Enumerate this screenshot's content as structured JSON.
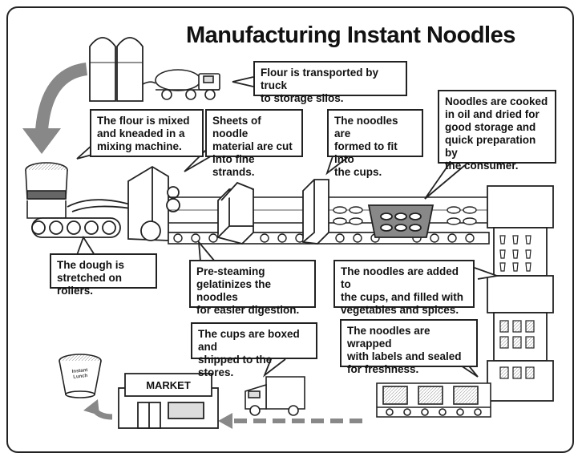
{
  "title": "Manufacturing Instant Noodles",
  "steps": {
    "truck_to_silos": "Flour is transported by truck\nto storage silos.",
    "mixing": "The flour is mixed\nand kneaded in a\nmixing machine.",
    "cutting": "Sheets of noodle\nmaterial are cut\ninto fine strands.",
    "forming": "The noodles are\nformed to fit into\nthe cups.",
    "cooking": "Noodles are cooked\nin oil and dried for\ngood storage and\nquick preparation by\nthe consumer.",
    "rollers": "The dough is\nstretched on rollers.",
    "steaming": "Pre-steaming\ngelatinizes the noodles\nfor easier digestion.",
    "filling": "The noodles are added to\nthe cups, and filled with\nvegetables and spices.",
    "shipping": "The cups are boxed and\nshipped to the stores.",
    "wrapping": "The noodles are wrapped\nwith labels and sealed\nfor freshness."
  },
  "market_sign": "MARKET",
  "cup_label": "Instant\nLunch"
}
